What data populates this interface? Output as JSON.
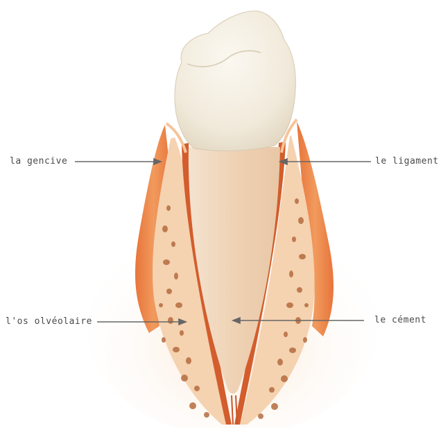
{
  "labels": {
    "gum": "la gencive",
    "ligament": "le ligament",
    "bone": "l'os olvéolaire",
    "cementum": "le cément"
  },
  "colors": {
    "gum": "#e98a4e",
    "gum_dark": "#d8622f",
    "bone": "#f7dcc0",
    "bone_pore": "#b9703e",
    "root": "#f2dcc4",
    "crown": "#f6f1e7",
    "ligament": "#c9552a",
    "arrow": "#666666",
    "label_text": "#4a4a4a"
  }
}
